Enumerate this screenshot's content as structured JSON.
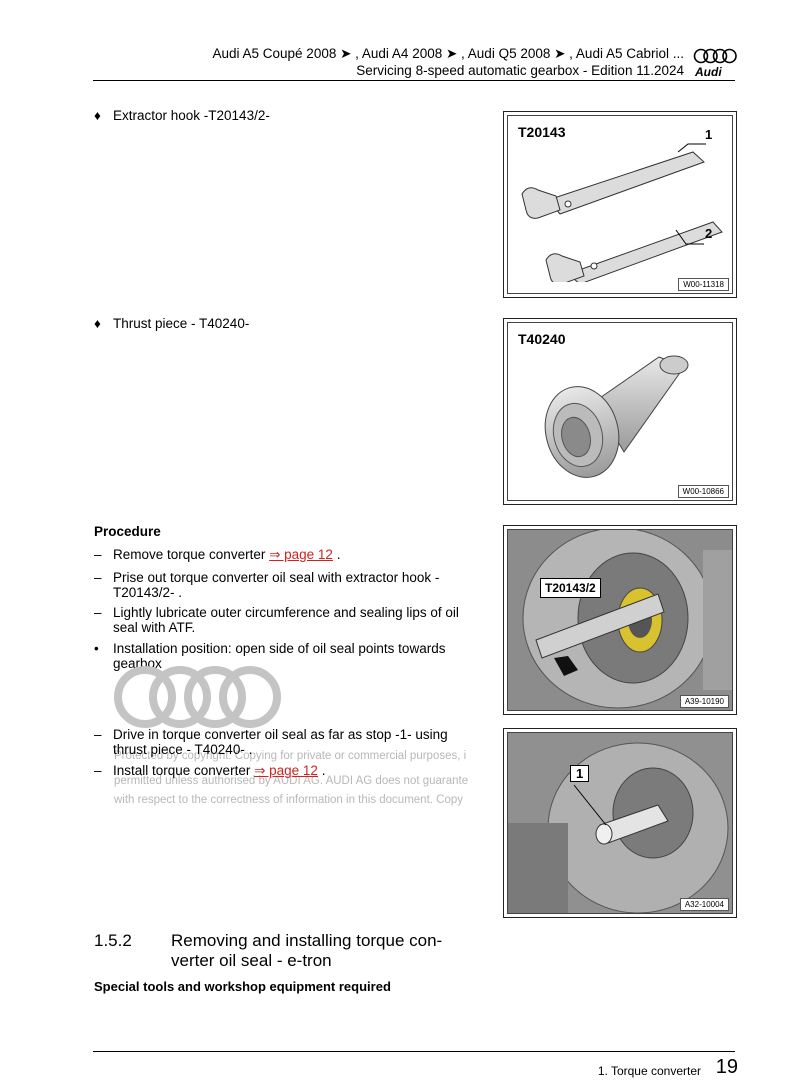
{
  "header": {
    "line1": "Audi A5 Coupé 2008 ➤ , Audi A4 2008 ➤ , Audi Q5 2008 ➤ , Audi A5 Cabriol ...",
    "line2": "Servicing 8-speed automatic gearbox - Edition 11.2024",
    "brand": "Audi"
  },
  "items": {
    "extractor_hook": {
      "bullet": "♦",
      "text": "Extractor hook -T20143/2-"
    },
    "thrust_piece": {
      "bullet": "♦",
      "text": "Thrust piece - T40240-"
    }
  },
  "procedure": {
    "heading": "Procedure",
    "steps": [
      {
        "mark": "–",
        "text": "Remove torque converter ",
        "link": "⇒ page 12",
        "after": " ."
      },
      {
        "mark": "–",
        "text": "Prise out torque converter oil seal with extractor hook - T20143/2- ."
      },
      {
        "mark": "–",
        "text": "Lightly lubricate outer circumference and sealing lips of oil seal with ATF."
      },
      {
        "mark": "•",
        "text": "Installation position: open side of oil seal points towards gearbox"
      },
      {
        "mark": "–",
        "text": "Drive in torque converter oil seal as far as stop -1- using thrust piece - T40240- ."
      },
      {
        "mark": "–",
        "text": "Install torque converter ",
        "link": "⇒ page 12",
        "after": " ."
      }
    ]
  },
  "watermark": {
    "line1": "Protected by copyright. Copying for private or commercial purposes, i",
    "line2": "permitted unless authorised by AUDI AG. AUDI AG does not guarante",
    "line3": "with respect to the correctness of information in this document. Copy"
  },
  "figures": {
    "fig1": {
      "title": "T20143",
      "code": "W00-11318",
      "callouts": [
        "1",
        "2"
      ]
    },
    "fig2": {
      "title": "T40240",
      "code": "W00-10866"
    },
    "fig3": {
      "label": "T20143/2",
      "code": "A39-10190"
    },
    "fig4": {
      "callout": "1",
      "code": "A32-10004"
    }
  },
  "section": {
    "number": "1.5.2",
    "title": "Removing and installing torque con-verter oil seal - e-tron",
    "subheading": "Special tools and workshop equipment required"
  },
  "footer": {
    "chapter": "1. Torque converter",
    "page": "19"
  },
  "colors": {
    "link": "#d42020",
    "watermark": "#b8b8b8"
  }
}
